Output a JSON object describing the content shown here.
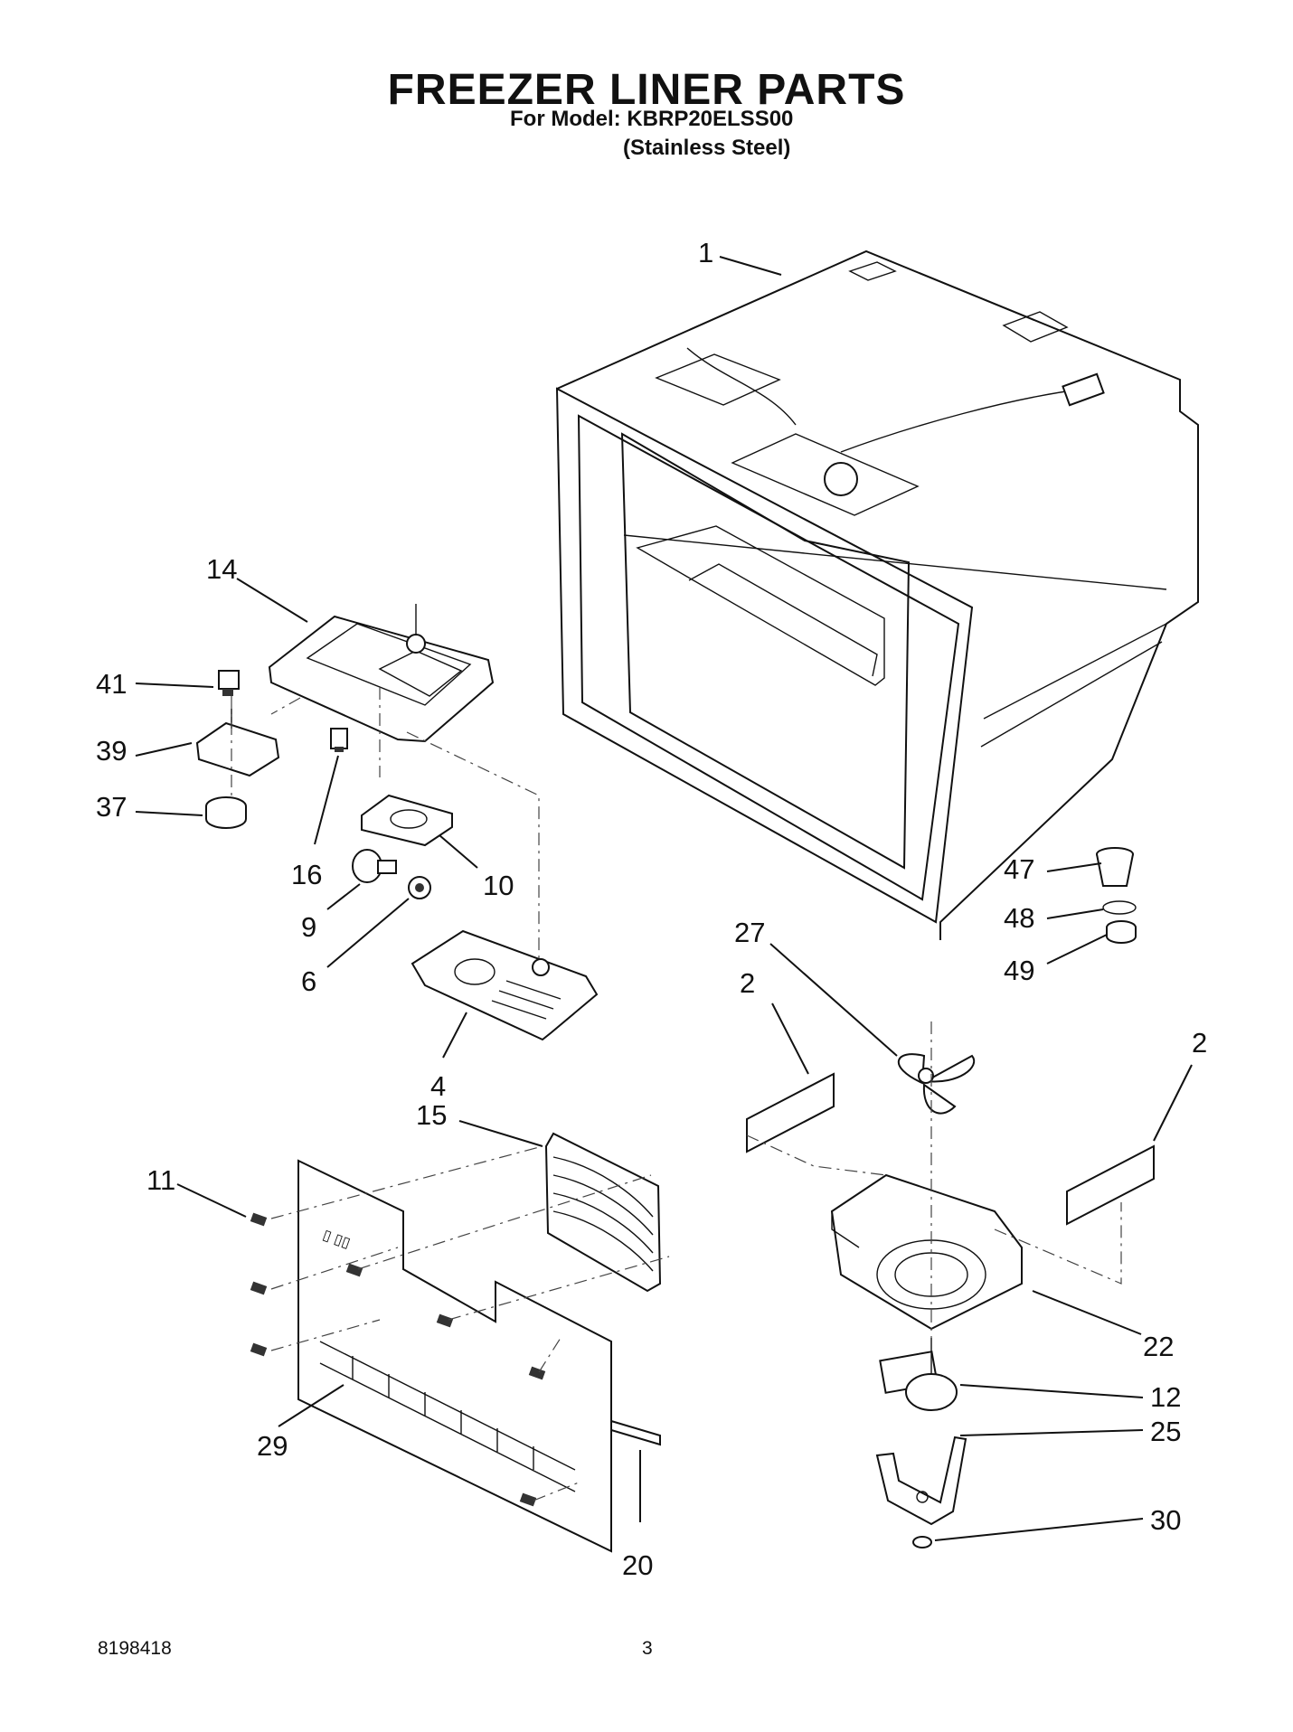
{
  "header": {
    "title": "FREEZER LINER PARTS",
    "model_line": "For Model: KBRP20ELSS00",
    "variant": "(Stainless Steel)"
  },
  "footer": {
    "doc_number": "8198418",
    "page_number": "3"
  },
  "callouts": [
    {
      "id": "c1",
      "text": "1"
    },
    {
      "id": "c14",
      "text": "14"
    },
    {
      "id": "c41",
      "text": "41"
    },
    {
      "id": "c39",
      "text": "39"
    },
    {
      "id": "c37",
      "text": "37"
    },
    {
      "id": "c16",
      "text": "16"
    },
    {
      "id": "c10",
      "text": "10"
    },
    {
      "id": "c9",
      "text": "9"
    },
    {
      "id": "c6",
      "text": "6"
    },
    {
      "id": "c4",
      "text": "4"
    },
    {
      "id": "c47",
      "text": "47"
    },
    {
      "id": "c48",
      "text": "48"
    },
    {
      "id": "c49",
      "text": "49"
    },
    {
      "id": "c27",
      "text": "27"
    },
    {
      "id": "c2a",
      "text": "2"
    },
    {
      "id": "c2b",
      "text": "2"
    },
    {
      "id": "c22",
      "text": "22"
    },
    {
      "id": "c12",
      "text": "12"
    },
    {
      "id": "c25",
      "text": "25"
    },
    {
      "id": "c30",
      "text": "30"
    },
    {
      "id": "c15",
      "text": "15"
    },
    {
      "id": "c11",
      "text": "11"
    },
    {
      "id": "c29",
      "text": "29"
    },
    {
      "id": "c20",
      "text": "20"
    }
  ]
}
